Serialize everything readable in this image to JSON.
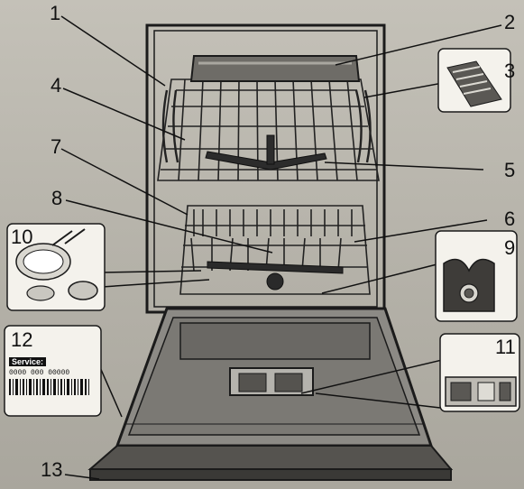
{
  "callouts": [
    "1",
    "2",
    "3",
    "4",
    "5",
    "6",
    "7",
    "8",
    "9",
    "10",
    "11",
    "12",
    "13"
  ],
  "service_label": {
    "title": "Service:",
    "code": "0000 000 00000"
  },
  "colors": {
    "paper": "#bdbab1",
    "rack": "#1b1b1b",
    "panel": "#2c2c2c",
    "inset_bg": "#f4f2ec"
  }
}
